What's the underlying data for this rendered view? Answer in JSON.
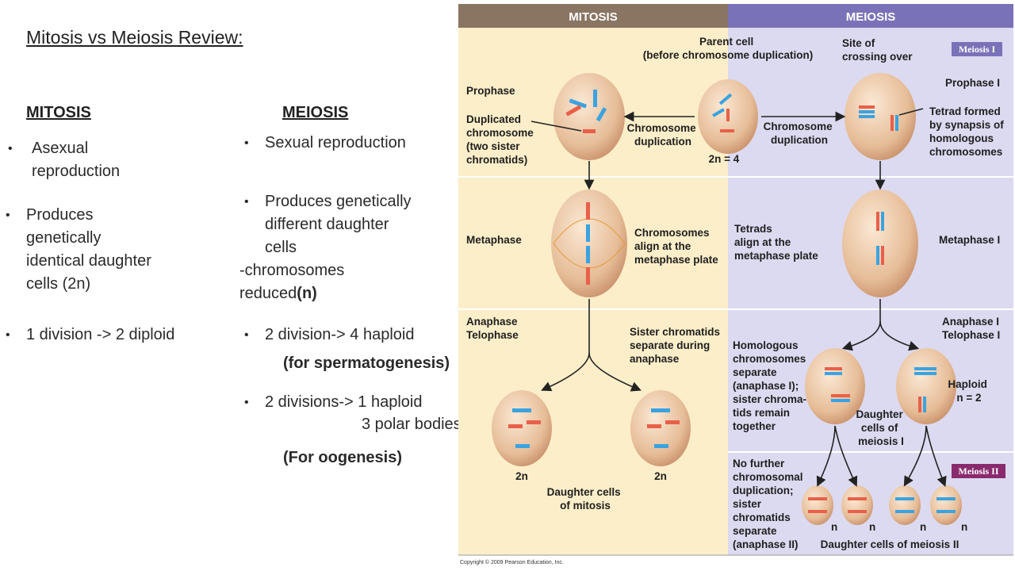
{
  "title": "Mitosis vs Meiosis Review:",
  "mitosis_col": {
    "heading": "MITOSIS",
    "bullets": [
      {
        "lines": [
          "Asexual",
          "reproduction"
        ]
      },
      {
        "lines": [
          "Produces",
          "genetically",
          "identical daughter",
          "cells (2n)"
        ]
      },
      {
        "lines": [
          "1 division -> 2 diploid"
        ]
      }
    ]
  },
  "meiosis_col": {
    "heading": "MEIOSIS",
    "b1": "Sexual reproduction",
    "b2": [
      "Produces genetically",
      "different daughter",
      "cells"
    ],
    "b2_extra": [
      "-chromosomes",
      "reduced",
      "(n)"
    ],
    "b3": "2 division-> 4 haploid",
    "b3_note": "(for spermatogenesis)",
    "b4": "2 divisions-> 1 haploid",
    "b4_line2": "3 polar bodies",
    "b4_note": "(For oogenesis)"
  },
  "figure": {
    "header_mitosis": "MITOSIS",
    "header_meiosis": "MEIOSIS",
    "tag_meiosis1": "Meiosis I",
    "tag_meiosis2": "Meiosis II",
    "parent_cell": [
      "Parent cell",
      "(before chromosome duplication)"
    ],
    "site_crossing": [
      "Site of",
      "crossing over"
    ],
    "prophase": "Prophase",
    "prophase1": "Prophase I",
    "duplicated": [
      "Duplicated",
      "chromosome",
      "(two sister",
      "chromatids)"
    ],
    "chrom_dup": [
      "Chromosome",
      "duplication"
    ],
    "two_n_4": "2n = 4",
    "tetrad_formed": [
      "Tetrad formed",
      "by synapsis of",
      "homologous",
      "chromosomes"
    ],
    "metaphase": "Metaphase",
    "metaphase1": "Metaphase I",
    "chrom_align": [
      "Chromosomes",
      "align at the",
      "metaphase plate"
    ],
    "tetrads_align": [
      "Tetrads",
      "align at the",
      "metaphase plate"
    ],
    "anaphase_telophase": [
      "Anaphase",
      "Telophase"
    ],
    "anaphase_telophase1": [
      "Anaphase I",
      "Telophase I"
    ],
    "sister_sep": [
      "Sister chromatids",
      "separate during",
      "anaphase"
    ],
    "homologous_sep": [
      "Homologous",
      "chromosomes",
      "separate",
      "(anaphase I);",
      "sister chroma-",
      "tids remain",
      "together"
    ],
    "haploid": [
      "Haploid",
      "n = 2"
    ],
    "daughter_meiosis1": [
      "Daughter",
      "cells of",
      "meiosis I"
    ],
    "two_n": "2n",
    "daughter_mitosis": [
      "Daughter cells",
      "of mitosis"
    ],
    "no_further": [
      "No further",
      "chromosomal",
      "duplication;",
      "sister",
      "chromatids",
      "separate",
      "(anaphase II)"
    ],
    "n_label": "n",
    "daughter_meiosis2": "Daughter cells of meiosis II",
    "copyright": "Copyright © 2009 Pearson Education, Inc."
  },
  "colors": {
    "mitosis_header": "#8a7563",
    "meiosis_header": "#7a72b8",
    "mitosis_bg": "#fbeec9",
    "meiosis_bg": "#dcdaf0",
    "cell_fill": "#e9c4a2",
    "red_chromosome": "#e8604a",
    "blue_chromosome": "#3aa3e0",
    "meiosis2_tag": "#8a2a6e"
  }
}
